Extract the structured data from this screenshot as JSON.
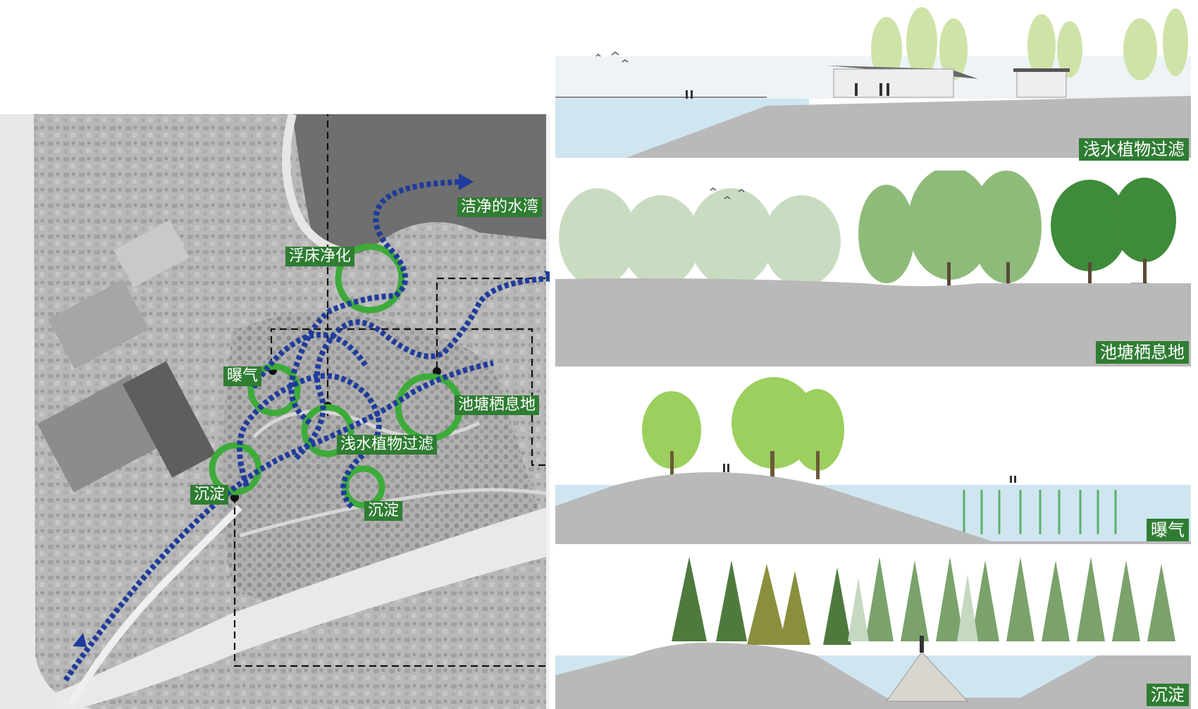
{
  "plan": {
    "labels": {
      "clean_bay": "洁净的水湾",
      "floating_bed": "浮床净化",
      "aeration": "曝气",
      "pond_habitat": "池塘栖息地",
      "shallow_filter": "浅水植物过滤",
      "sediment_left": "沉淀",
      "sediment_center": "沉淀"
    },
    "colors": {
      "flow_arrow": "#1f3c9c",
      "treatment_ring": "#3dab3a",
      "label_bg": "#2f7d33",
      "aerial_base": "#b9b9b9"
    }
  },
  "sections": [
    {
      "id": "shallow-filter",
      "label": "浅水植物过滤"
    },
    {
      "id": "pond-habitat",
      "label": "池塘栖息地"
    },
    {
      "id": "aeration",
      "label": "曝气"
    },
    {
      "id": "sediment",
      "label": "沉淀"
    }
  ]
}
